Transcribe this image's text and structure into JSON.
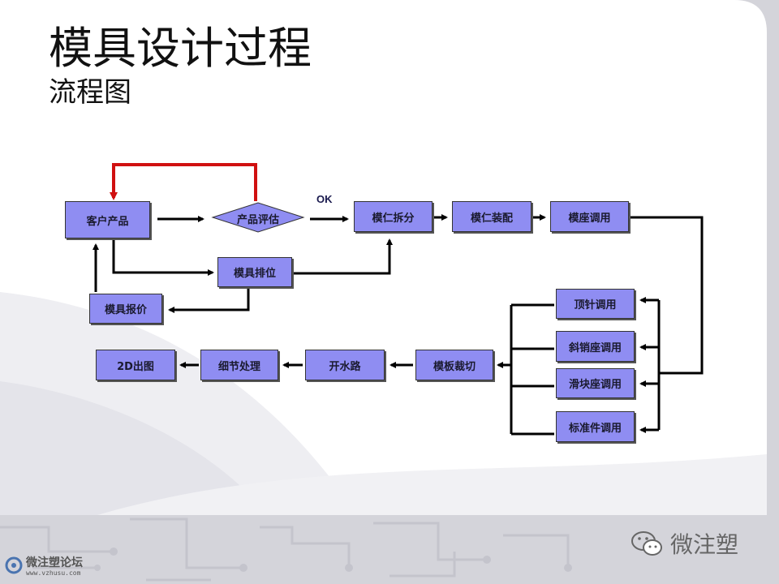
{
  "slide": {
    "title": "模具设计过程",
    "subtitle": "流程图"
  },
  "flow": {
    "customer_product": "客户产品",
    "product_evaluation": "产品评估",
    "ok_label": "OK",
    "core_split": "模仁拆分",
    "core_assembly": "模仁装配",
    "mold_base_call": "模座调用",
    "mold_layout": "模具排位",
    "mold_quote": "模具报价",
    "ejector_pin_call": "顶针调用",
    "lifter_seat_call": "斜销座调用",
    "slider_seat_call": "滑块座调用",
    "standard_parts_call": "标准件调用",
    "plate_cut": "模板裁切",
    "water_channel": "开水路",
    "detail_processing": "细节处理",
    "drawing_2d": "2D出图"
  },
  "watermark": {
    "brand_right": "微注塑",
    "brand_left_name": "微注塑论坛",
    "brand_left_url": "www.vzhusu.com",
    "icon": "wechat-icon"
  },
  "colors": {
    "box_fill": "#8f8df2",
    "connector": "#000000",
    "feedback_arrow": "#d01010"
  }
}
